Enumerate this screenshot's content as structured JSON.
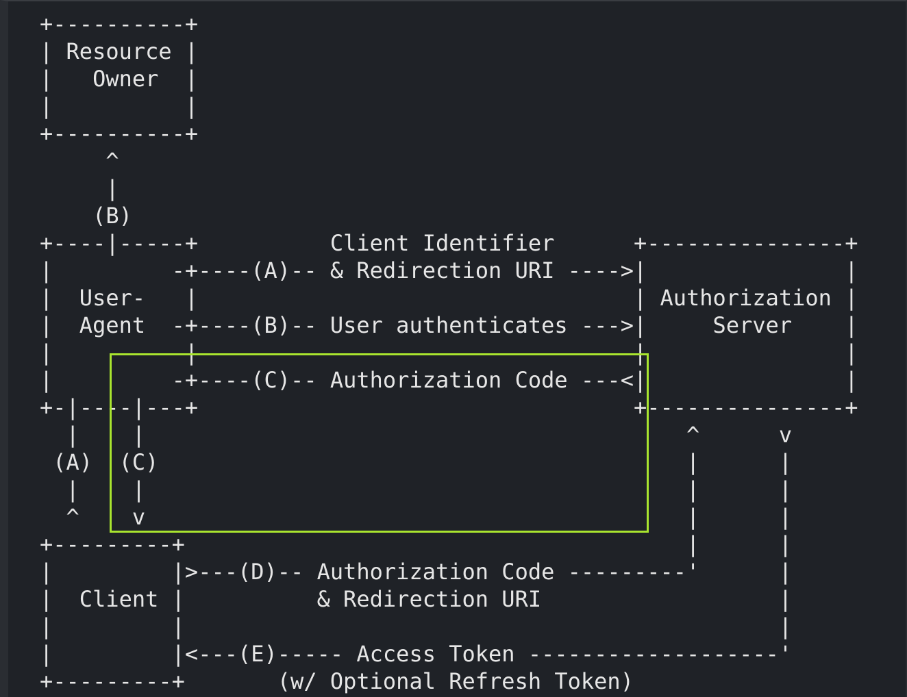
{
  "colors": {
    "background": "#1f2227",
    "text": "#e6e6e6",
    "highlight": "#a9e52f"
  },
  "diagram": {
    "lines": [
      "+----------+",
      "| Resource |",
      "|   Owner  |",
      "|          |",
      "+----------+",
      "     ^",
      "     |",
      "    (B)",
      "+----|-----+          Client Identifier      +---------------+",
      "|         -+----(A)-- & Redirection URI ---->|               |",
      "|  User-   |                                 | Authorization |",
      "|  Agent  -+----(B)-- User authenticates --->|     Server    |",
      "|          |                                 |               |",
      "|         -+----(C)-- Authorization Code ---<|               |",
      "+-|----|---+                                 +---------------+",
      "  |    |                                         ^      v",
      " (A)  (C)                                        |      |",
      "  |    |                                         |      |",
      "  ^    v                                         |      |",
      "+---------+                                      |      |",
      "|         |>---(D)-- Authorization Code ---------'      |",
      "|  Client |          & Redirection URI                  |",
      "|         |                                             |",
      "|         |<---(E)----- Access Token -------------------'",
      "+---------+       (w/ Optional Refresh Token)"
    ]
  }
}
